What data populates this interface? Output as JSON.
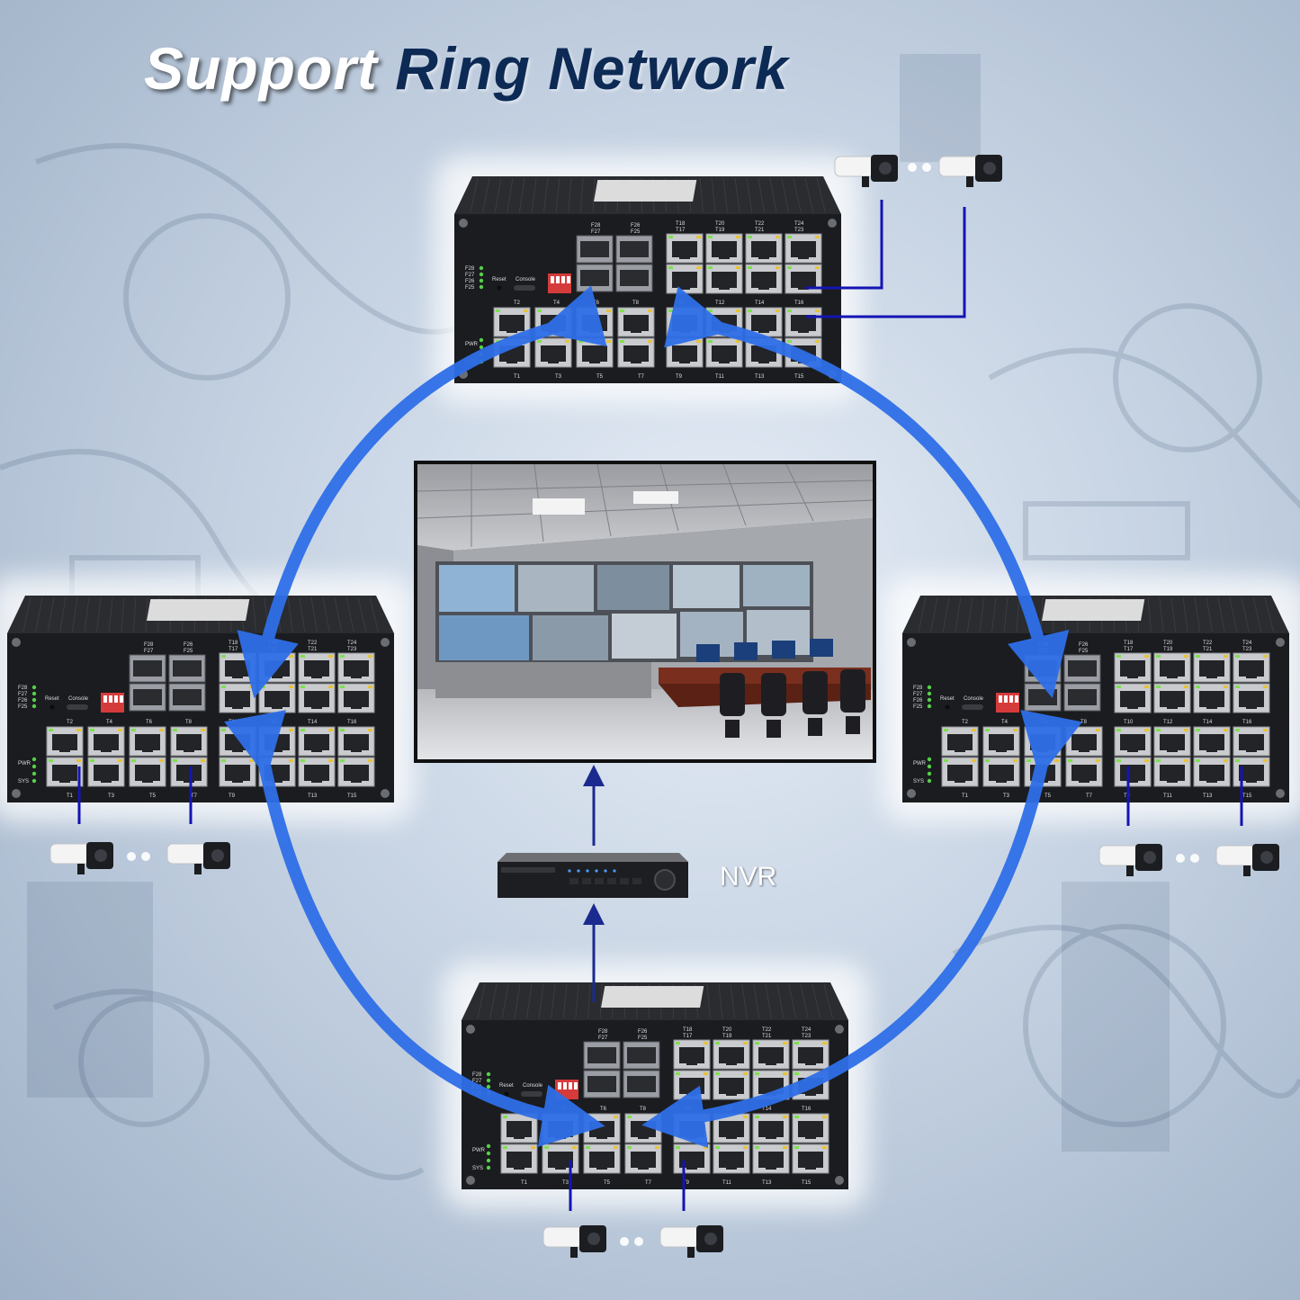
{
  "title": {
    "word1": "Support",
    "word2": "Ring Network"
  },
  "nvr": {
    "label": "NVR"
  },
  "switch_front": {
    "sfp_labels": [
      "F28",
      "F27",
      "F26",
      "F25"
    ],
    "led_labels": [
      "F28",
      "F27",
      "F26",
      "F25"
    ],
    "control_labels": [
      "Reset",
      "Console"
    ],
    "top_port_labels": [
      "T18",
      "T17",
      "T20",
      "T19",
      "T22",
      "T21",
      "T24",
      "T23"
    ],
    "mid_port_labels": [
      "T2",
      "T4",
      "T6",
      "T8",
      "T10",
      "T12",
      "T14",
      "T16"
    ],
    "bottom_port_labels": [
      "T1",
      "T3",
      "T5",
      "T7",
      "T9",
      "T11",
      "T13",
      "T15"
    ],
    "status_labels": [
      "PWR",
      "SYS"
    ]
  },
  "colors": {
    "ring_arrow": "#2f6fe8",
    "link_line": "#1414b4",
    "title_dark": "#0d2a55"
  },
  "icons": {
    "camera": "bullet-camera-icon",
    "arrow": "up-arrow-icon"
  }
}
